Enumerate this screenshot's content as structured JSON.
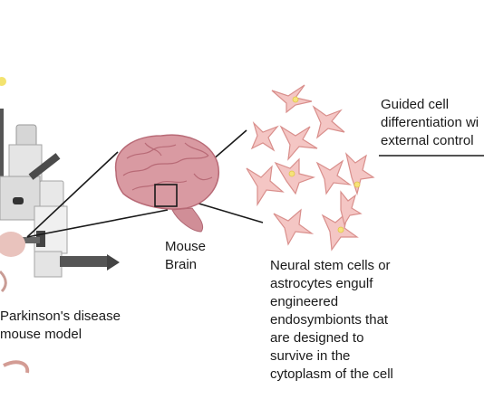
{
  "labels": {
    "mouse_brain": "Mouse\nBrain",
    "pd_model": "Parkinson's disease\nmouse model",
    "nsc": "Neural stem cells or\nastrocytes engulf\nengineered\nendosymbionts that\nare designed to\nsurvive in the\ncytoplasm of the cell",
    "guided": "Guided cell\ndifferentiation wi\nexternal control"
  },
  "colors": {
    "brain": "#d99aa2",
    "brain_dark": "#b86a76",
    "cell_fill": "#f4c6c4",
    "cell_stroke": "#d98f8c",
    "endosymbiont": "#f6e27a",
    "stereotaxic": "#cfcfcf",
    "stereotaxic_dark": "#555555",
    "line": "#1a1a1a"
  },
  "icons": [
    "stereotaxic-frame-icon",
    "mouse-brain-icon",
    "astrocyte-cell-icon",
    "endosymbiont-icon"
  ]
}
